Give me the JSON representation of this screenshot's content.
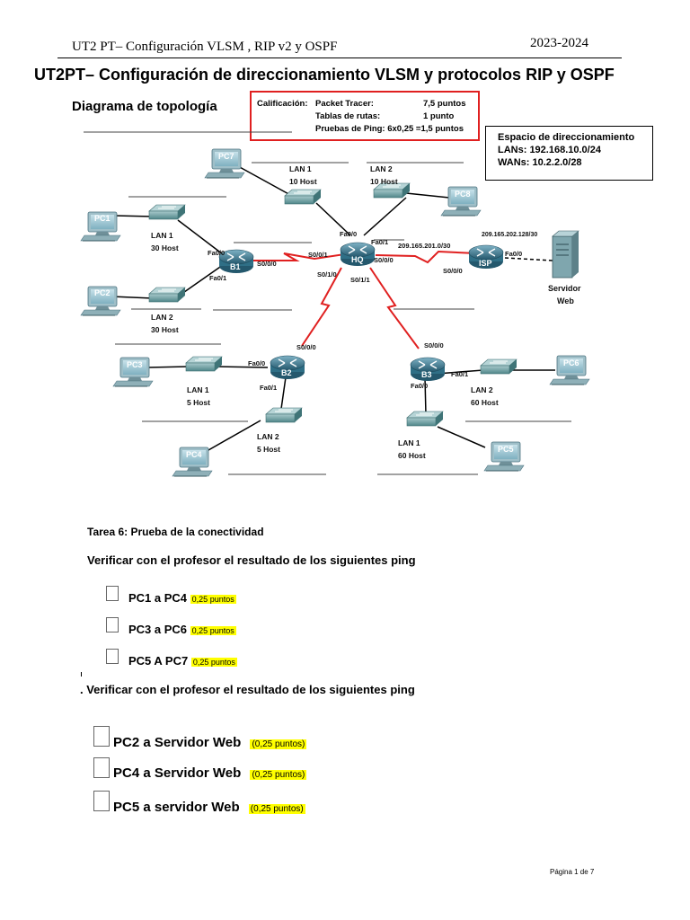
{
  "header": {
    "left": "UT2 PT– Configuración VLSM , RIP v2 y OSPF",
    "right": "2023-2024"
  },
  "title": "UT2PT– Configuración de direccionamiento VLSM y protocolos RIP y OSPF",
  "topology_heading": "Diagrama de topología",
  "grading": {
    "label": "Calificación:",
    "rows": [
      {
        "item": "Packet Tracer:",
        "value": "7,5 puntos"
      },
      {
        "item": "Tablas de rutas:",
        "value": "1 punto"
      },
      {
        "item": "Pruebas de Ping: 6x0,25 =1,5 puntos",
        "value": ""
      }
    ]
  },
  "addressing": {
    "title": "Espacio de direccionamiento",
    "lans": "LANs: 192.168.10.0/24",
    "wans": "WANs: 10.2.2.0/28"
  },
  "diagram": {
    "pcs": [
      "PC7",
      "PC1",
      "PC2",
      "PC8",
      "PC3",
      "PC4",
      "PC6",
      "PC5"
    ],
    "routers": [
      "B1",
      "HQ",
      "ISP",
      "B2",
      "B3"
    ],
    "server": [
      "Servidor",
      "Web"
    ],
    "lans": [
      {
        "name": "LAN 1",
        "hosts": "10 Host"
      },
      {
        "name": "LAN 2",
        "hosts": "10 Host"
      },
      {
        "name": "LAN 1",
        "hosts": "30 Host"
      },
      {
        "name": "LAN 2",
        "hosts": "30 Host"
      },
      {
        "name": "LAN 1",
        "hosts": "5 Host"
      },
      {
        "name": "LAN 2",
        "hosts": "5 Host"
      },
      {
        "name": "LAN 2",
        "hosts": "60 Host"
      },
      {
        "name": "LAN 1",
        "hosts": "60 Host"
      }
    ],
    "interfaces": {
      "hq_fa00": "Fa0/0",
      "hq_fa01": "Fa0/1",
      "hq_s001": "S0/0/1",
      "hq_s000": "S0/0/0",
      "hq_s010": "S0/1/0",
      "hq_s011": "S0/1/1",
      "b1_fa00": "Fa0/0",
      "b1_fa01": "Fa0/1",
      "b1_s000": "S0/0/0",
      "isp_s000": "S0/0/0",
      "isp_fa00": "Fa0/0",
      "b2_fa00": "Fa0/0",
      "b2_fa01": "Fa0/1",
      "b2_s000": "S0/0/0",
      "b3_s000": "S0/0/0",
      "b3_fa01": "Fa0/1",
      "b3_fa00": "Fa0/0"
    },
    "isp_link_net": "209.165.201.0/30",
    "isp_lan_net": "209.165.202.128/30"
  },
  "task6": "Tarea 6: Prueba de la conectividad",
  "verify_text": "Verificar con el profesor el resultado de los siguientes ping",
  "verify_text_2": ". Verificar con el profesor el resultado de los siguientes ping",
  "pings_group1": [
    {
      "label": "PC1 a PC4",
      "points": "0,25 puntos"
    },
    {
      "label": "PC3 a PC6",
      "points": "0,25 puntos"
    },
    {
      "label": "PC5 A PC7",
      "points": "0,25 puntos"
    }
  ],
  "pings_group2": [
    {
      "label": "PC2 a Servidor Web",
      "points": "(0,25 puntos)"
    },
    {
      "label": "PC4 a Servidor Web",
      "points": "(0,25 puntos)"
    },
    {
      "label": "PC5 a servidor Web",
      "points": "(0,25 puntos)"
    }
  ],
  "footer": "Página 1 de 7",
  "colors": {
    "serial_link": "#e02020",
    "highlight": "#ffff00",
    "router": "#2f6f86",
    "device": "#6a9a9c"
  }
}
